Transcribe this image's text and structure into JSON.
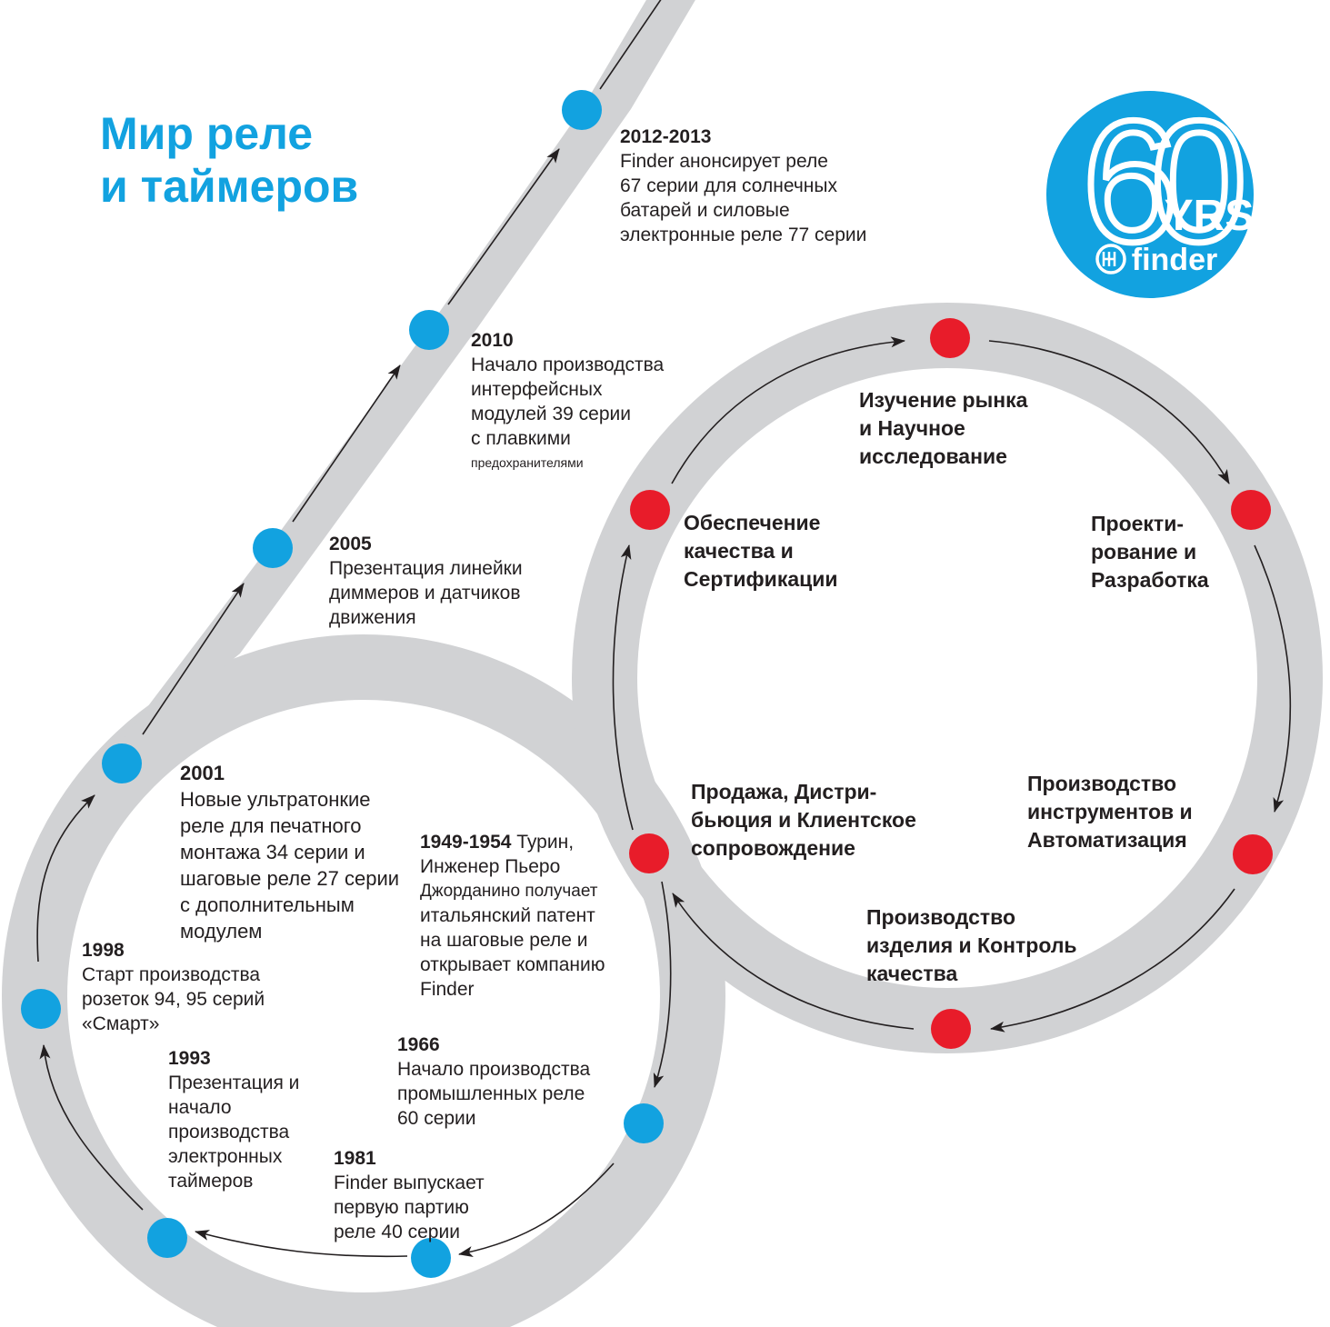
{
  "title": {
    "line1": "Мир реле",
    "line2": "и таймеров"
  },
  "colors": {
    "track": "#d1d2d4",
    "timeline_dot": "#12a2e0",
    "process_dot": "#e81c2a",
    "title": "#12a2e0",
    "text": "#231f20",
    "badge": "#12a2e0"
  },
  "badge": {
    "number": "60",
    "suffix": "YRS",
    "brand": "finder",
    "logo_icon": "finder-logo-icon"
  },
  "timeline": [
    {
      "year": "2012-2013",
      "lines": [
        "Finder анонсирует реле",
        "67 серии для солнечных",
        "батарей и силовые",
        "электронные  реле 77 серии"
      ]
    },
    {
      "year": "2010",
      "lines": [
        "Начало производства",
        "интерфейсных",
        "модулей 39 серии",
        "с плавкими"
      ],
      "small": "предохранителями"
    },
    {
      "year": "2005",
      "lines": [
        "Презентация линейки",
        "диммеров и датчиков",
        "движения"
      ]
    },
    {
      "year": "2001",
      "lines": [
        "Новые ультратонкие",
        "реле для печатного",
        "монтажа  34 серии и",
        "шаговые реле 27 серии",
        "с дополнительным",
        "модулем"
      ]
    },
    {
      "year": "1998",
      "lines": [
        "Старт производства",
        "розеток  94, 95 серий",
        "«Смарт»"
      ]
    },
    {
      "year": "1993",
      "lines": [
        "Презентация и",
        "начало",
        "производства",
        "электронных",
        "таймеров"
      ]
    },
    {
      "year": "1981",
      "lines": [
        "Finder выпускает",
        "первую партию",
        "реле 40 серии"
      ]
    },
    {
      "year": "1966",
      "lines": [
        "Начало производства",
        "промышленных реле",
        "60 серии"
      ]
    },
    {
      "year": "1949-1954",
      "first_line_rest": " Турин,",
      "lines": [
        "Инженер Пьеро",
        "Джорданино получает",
        "итальянский патент",
        "на шаговые реле и",
        "открывает  компанию",
        "Finder"
      ]
    }
  ],
  "process": [
    {
      "lines": [
        "Изучение рынка",
        "и Научное",
        "исследование"
      ]
    },
    {
      "lines": [
        "Проекти-",
        "рование и",
        "Разработка"
      ]
    },
    {
      "lines": [
        "Производство",
        "инструментов и",
        "Автоматизация"
      ]
    },
    {
      "lines": [
        "Производство",
        "изделия и Контроль",
        "качества"
      ]
    },
    {
      "lines": [
        "Продажа,  Дистри-",
        "бьюция и Клиентское",
        "сопровождение"
      ]
    },
    {
      "lines": [
        "Обеспечение",
        "качества  и",
        "Сертификации"
      ]
    }
  ]
}
